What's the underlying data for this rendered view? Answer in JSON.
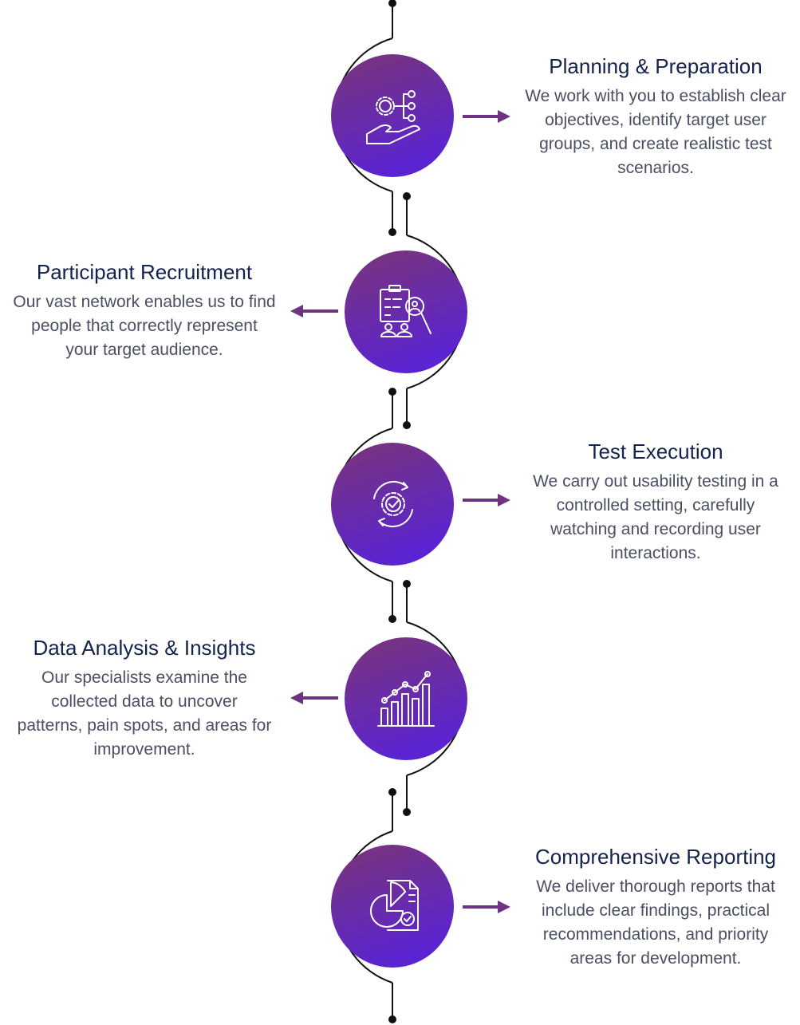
{
  "colors": {
    "gradient_top": "#7a3577",
    "gradient_bottom": "#5b24d1",
    "arrow": "#6e3482",
    "title": "#14224e",
    "text": "#4a4f63"
  },
  "steps": [
    {
      "title": "Planning & Preparation",
      "desc": [
        "We work with you to establish clear",
        "objectives, identify target user",
        "groups, and create realistic test",
        "scenarios."
      ],
      "icon": "gear-network-hand-icon"
    },
    {
      "title": "Participant Recruitment",
      "desc": [
        "Our vast network enables us to find",
        "people that correctly represent",
        "your target audience."
      ],
      "icon": "clipboard-magnifier-people-icon"
    },
    {
      "title": "Test Execution",
      "desc": [
        "We carry out usability testing in a",
        "controlled setting, carefully",
        "watching and recording user",
        "interactions."
      ],
      "icon": "gear-check-cycle-icon"
    },
    {
      "title": "Data Analysis & Insights",
      "desc": [
        "Our specialists examine the",
        "collected data to uncover",
        "patterns, pain spots, and areas for",
        "improvement."
      ],
      "icon": "bar-chart-trend-icon"
    },
    {
      "title": "Comprehensive Reporting",
      "desc": [
        "We deliver thorough reports that",
        "include clear findings, practical",
        "recommendations, and priority",
        "areas for development."
      ],
      "icon": "report-pie-chart-icon"
    }
  ]
}
